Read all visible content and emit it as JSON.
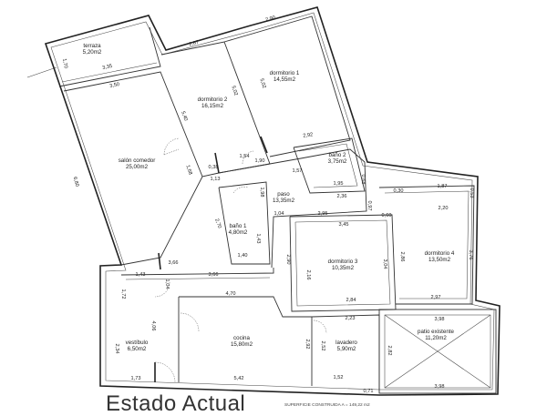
{
  "title": "Estado Actual",
  "subtitle": "SUPERFICIE CONSTRUIDA A = 149,22 m2",
  "rooms": [
    {
      "id": "terraza",
      "name": "terraza",
      "area": "5,20m2"
    },
    {
      "id": "dormitorio-2",
      "name": "dormitorio 2",
      "area": "16,15m2"
    },
    {
      "id": "dormitorio-1",
      "name": "dormitorio 1",
      "area": "14,55m2"
    },
    {
      "id": "salon-comedor",
      "name": "salón comedor",
      "area": "25,00m2"
    },
    {
      "id": "bano-2",
      "name": "baño 2",
      "area": "3,75m2"
    },
    {
      "id": "paso",
      "name": "paso",
      "area": "13,35m2"
    },
    {
      "id": "bano-1",
      "name": "baño 1",
      "area": "4,80m2"
    },
    {
      "id": "dormitorio-3",
      "name": "dormitorio 3",
      "area": "10,35m2"
    },
    {
      "id": "dormitorio-4",
      "name": "dormitorio 4",
      "area": "13,50m2"
    },
    {
      "id": "vestibulo",
      "name": "vestíbulo",
      "area": "6,50m2"
    },
    {
      "id": "cocina",
      "name": "cocina",
      "area": "15,80m2"
    },
    {
      "id": "lavadero",
      "name": "lavadero",
      "area": "5,90m2"
    },
    {
      "id": "patio-existente",
      "name": "patio existente",
      "area": "11,20m2"
    }
  ],
  "dimensions": [
    "2,90",
    "2,67",
    "3,35",
    "1,70",
    "3,50",
    "5,40",
    "5,02",
    "5,02",
    "6,80",
    "1,68",
    "1,54",
    "0,38",
    "1,13",
    "1,90",
    "2,92",
    "1,57",
    "2,36",
    "1,95",
    "0,68",
    "0,97",
    "0,30",
    "1,87",
    "0,53",
    "2,20",
    "1,04",
    "2,95",
    "0,60",
    "3,45",
    "2,70",
    "1,98",
    "1,40",
    "1,43",
    "3,66",
    "3,66",
    "1,43",
    "2,90",
    "2,16",
    "3,04",
    "2,86",
    "3,76",
    "2,97",
    "1,72",
    "1,04",
    "4,70",
    "2,84",
    "4,06",
    "2,23",
    "3,98",
    "2,34",
    "2,92",
    "2,52",
    "2,82",
    "1,73",
    "5,42",
    "1,52",
    "3,98",
    "0,71"
  ]
}
